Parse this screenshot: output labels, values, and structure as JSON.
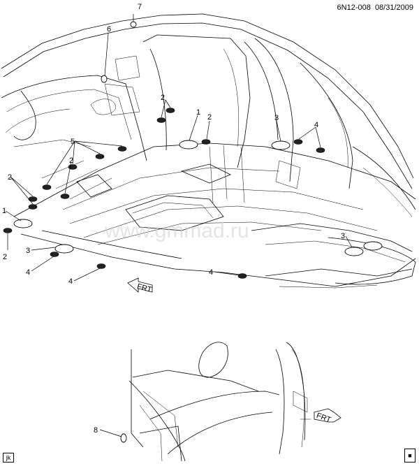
{
  "header": {
    "diagram_id": "6N12-008",
    "date": "08/31/2009"
  },
  "watermark": "www.gmmad.ru",
  "callouts": [
    "7",
    "6",
    "2",
    "1",
    "2",
    "3",
    "4",
    "5",
    "2",
    "2",
    "1",
    "2",
    "3",
    "4",
    "4",
    "4",
    "3",
    "8"
  ],
  "direction_label": "FRT",
  "corner_tags": {
    "bottom_left": "jk",
    "bottom_right": "■"
  }
}
